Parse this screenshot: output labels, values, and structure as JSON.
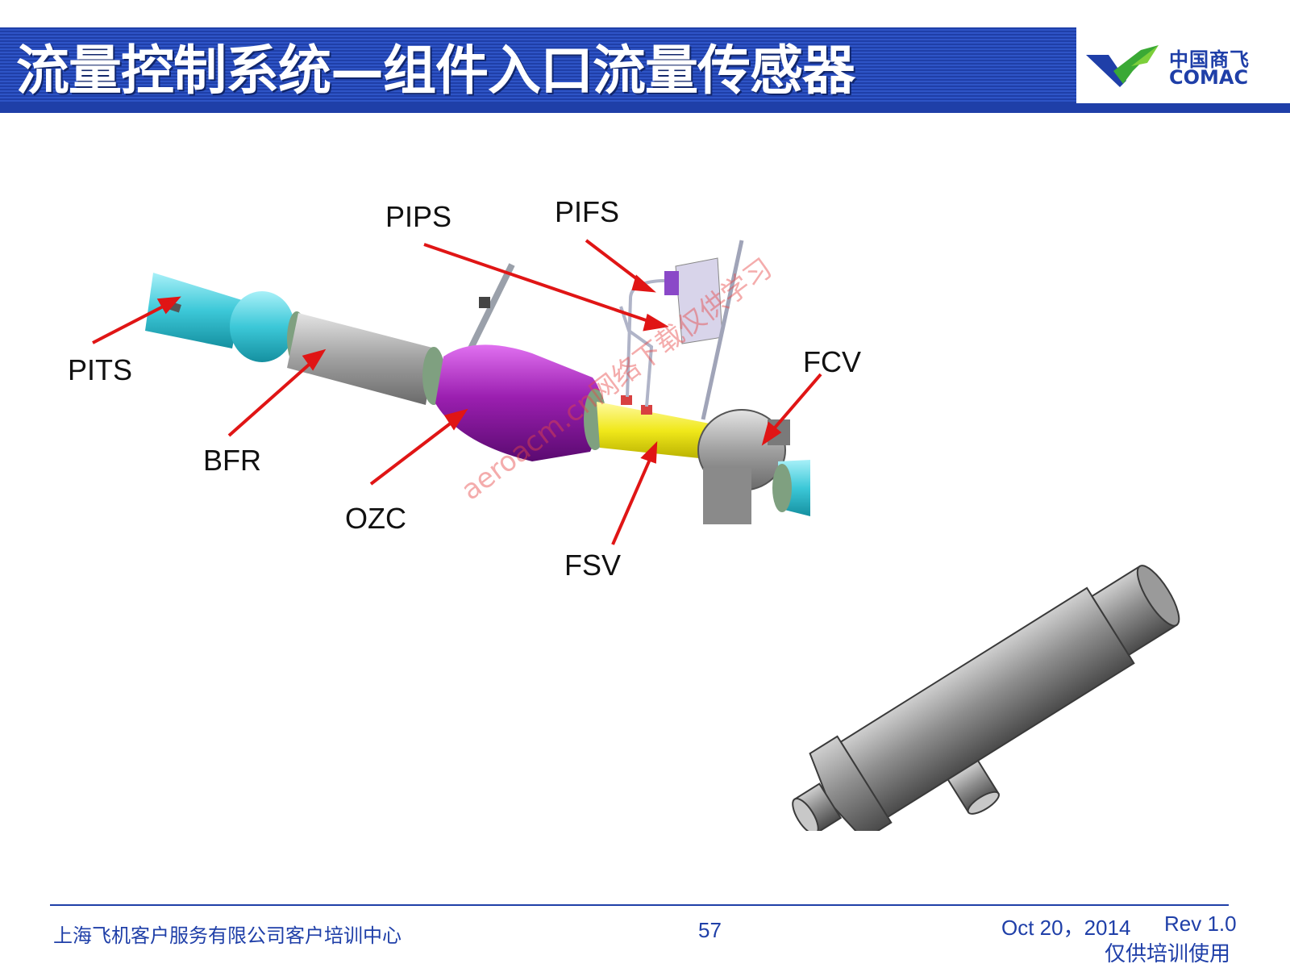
{
  "header": {
    "title": "流量控制系统—组件入口流量传感器",
    "logo_cn": "中国商飞",
    "logo_en": "COMAC"
  },
  "diagram": {
    "labels": {
      "pips": "PIPS",
      "pifs": "PIFS",
      "pits": "PITS",
      "fcv": "FCV",
      "bfr": "BFR",
      "ozc": "OZC",
      "fsv": "FSV"
    },
    "watermark": "aeroacm.cn网络下载仅供学习"
  },
  "footer": {
    "organization": "上海飞机客户服务有限公司客户培训中心",
    "page_number": "57",
    "date": "Oct 20，2014",
    "revision": "Rev 1.0",
    "note": "仅供培训使用"
  },
  "colors": {
    "brand_blue": "#1f3fa8",
    "arrow_red": "#e01515",
    "duct_cyan": "#3cc8d8",
    "ozone_converter_purple": "#9b1fb0",
    "flow_sensor_yellow": "#f0e81a",
    "component_gray": "#9a9a9a"
  }
}
